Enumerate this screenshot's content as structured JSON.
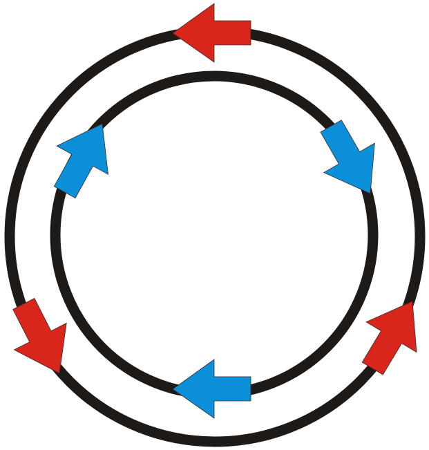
{
  "diagram": {
    "description_visible_text": "",
    "colors": {
      "ring": "#1e1a17",
      "outer_arrows": "#d9261c",
      "inner_arrows": "#0a8fd8",
      "arrow_outline": "#3a2a2a"
    },
    "outer_ring": {
      "flow_direction": "counterclockwise",
      "arrow_count": 3
    },
    "inner_ring": {
      "flow_direction": "clockwise",
      "arrow_count": 3
    }
  }
}
